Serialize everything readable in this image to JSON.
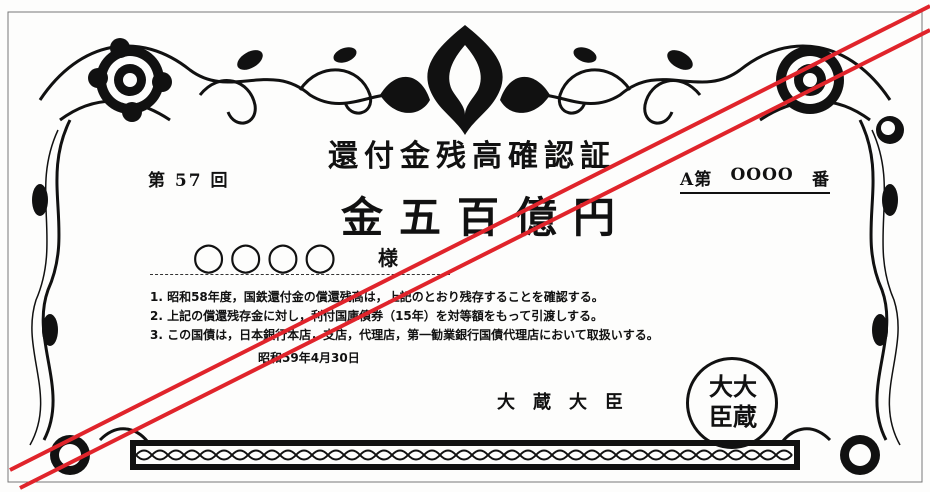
{
  "document": {
    "title": "還付金残高確認証",
    "issue_number": "第 57 回",
    "serial_prefix": "A第",
    "serial_number": "OOOO",
    "serial_suffix": "番",
    "amount": "金五百億円",
    "recipient_name": "○○○○",
    "recipient_honorific": "様",
    "terms": [
      "1. 昭和58年度，国鉄還付金の償還残高は，上記のとおり残存することを確認する。",
      "2. 上記の償還残存金に対し，利付国庫債券（15年）を対等額をもって引渡しする。",
      "3. この国債は，日本銀行本店，支店，代理店，第一勧業銀行国債代理店において取扱いする。"
    ],
    "date": "昭和59年4月30日",
    "issuer": "大蔵大臣",
    "seal_text": "大大臣蔵"
  },
  "colors": {
    "ink": "#111111",
    "paper": "#fdfdfc",
    "void_stripe": "#e0242b"
  }
}
